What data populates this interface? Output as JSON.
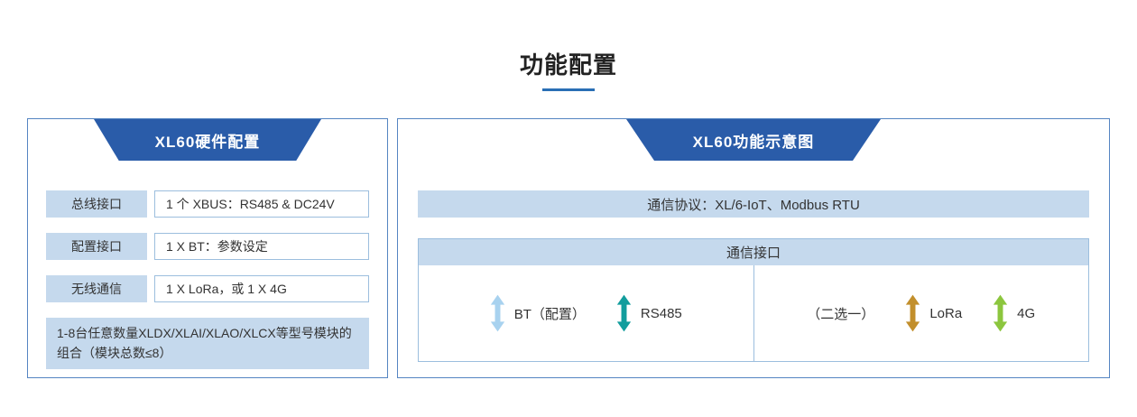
{
  "page": {
    "title": "功能配置",
    "underline_color": "#2a6fb5"
  },
  "left_panel": {
    "header": "XL60硬件配置",
    "rows": [
      {
        "label": "总线接口",
        "value": "1 个 XBUS：RS485 & DC24V"
      },
      {
        "label": "配置接口",
        "value": "1 X BT：参数设定"
      },
      {
        "label": "无线通信",
        "value": "1 X LoRa，或 1 X 4G"
      }
    ],
    "note": "1-8台任意数量XLDX/XLAI/XLAO/XLCX等型号模块的组合（模块总数≤8）"
  },
  "right_panel": {
    "header": "XL60功能示意图",
    "protocol_bar": "通信协议：XL/6-IoT、Modbus RTU",
    "interface_box": {
      "header": "通信接口",
      "left_items": [
        {
          "label": "BT（配置）",
          "color": "#a8d2ef"
        },
        {
          "label": "RS485",
          "color": "#129d9d"
        }
      ],
      "right_note": "（二选一）",
      "right_items": [
        {
          "label": "LoRa",
          "color": "#c28f2c"
        },
        {
          "label": "4G",
          "color": "#8cc63e"
        }
      ]
    }
  },
  "colors": {
    "ribbon_bg": "#2a5ca9",
    "panel_border": "#5585c2",
    "light_blue_fill": "#c5d9ed",
    "inner_border": "#9cbede"
  }
}
